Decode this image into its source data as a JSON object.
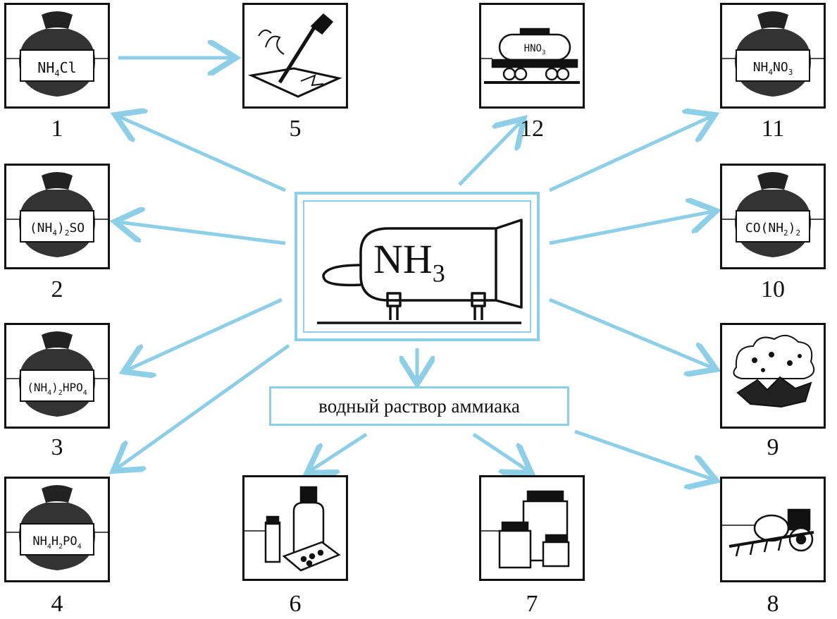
{
  "center": {
    "formula_main": "NH",
    "formula_sub": "3"
  },
  "solution_label": "водный раствор аммиака",
  "arrow_color": "#8ecfe8",
  "tiles": [
    {
      "number": "1",
      "icon": "fertilizer-bag-icon",
      "label_parts": [
        "NH",
        "4",
        "Cl"
      ]
    },
    {
      "number": "2",
      "icon": "fertilizer-bag-icon",
      "label_parts": [
        "(NH",
        "4",
        ")",
        "2",
        "SO"
      ]
    },
    {
      "number": "3",
      "icon": "fertilizer-bag-icon",
      "label_parts": [
        "(NH",
        "4",
        ")",
        "2",
        "HPO",
        "4"
      ]
    },
    {
      "number": "4",
      "icon": "fertilizer-bag-icon",
      "label_parts": [
        "NH",
        "4",
        "H",
        "2",
        "PO",
        "4"
      ]
    },
    {
      "number": "5",
      "icon": "soldering-icon"
    },
    {
      "number": "6",
      "icon": "medicine-icon"
    },
    {
      "number": "7",
      "icon": "cosmetics-jars-icon"
    },
    {
      "number": "8",
      "icon": "tractor-sprayer-icon"
    },
    {
      "number": "9",
      "icon": "explosion-icon"
    },
    {
      "number": "10",
      "icon": "fertilizer-bag-icon",
      "label_parts": [
        "CO(NH",
        "2",
        ")",
        "2"
      ]
    },
    {
      "number": "11",
      "icon": "fertilizer-bag-icon",
      "label_parts": [
        "NH",
        "4",
        "NO",
        "3"
      ]
    },
    {
      "number": "12",
      "icon": "tank-car-icon",
      "label_parts": [
        "HNO",
        "3"
      ]
    }
  ]
}
